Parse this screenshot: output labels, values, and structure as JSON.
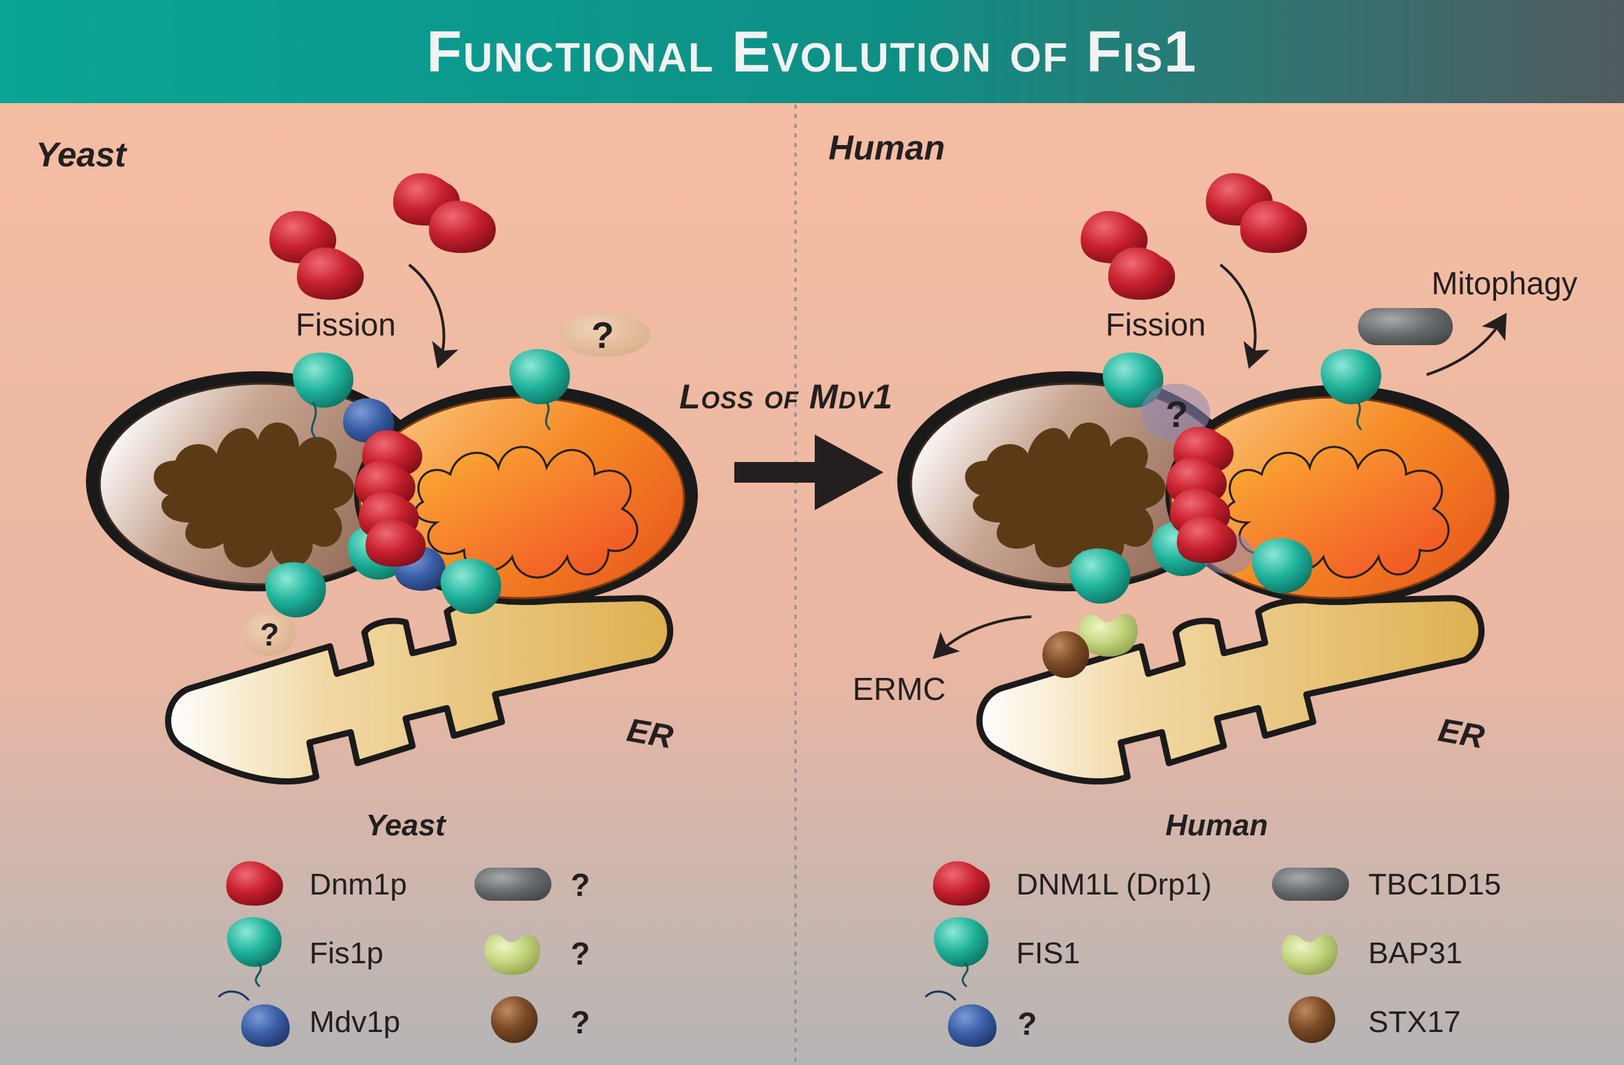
{
  "title": "Functional Evolution of Fis1",
  "colors": {
    "banner_start": "#0aa596",
    "banner_end": "#505b5f",
    "background_top": "#f7bfa3",
    "background_bottom": "#b5b5b5",
    "dnm1": "#c0202e",
    "fis1": "#1fb39c",
    "mdv1": "#3b5fa8",
    "tbc1d15": "#5d6062",
    "bap31": "#bcd078",
    "stx17": "#7b4a26",
    "er": "#e0b55c",
    "mito_active": "#f07a1f",
    "mito_inner": "#5c3a16"
  },
  "panels": {
    "yeast": {
      "title": "Yeast",
      "fission_label": "Fission",
      "question_mito": "?",
      "question_er": "?",
      "er_label": "ER"
    },
    "human": {
      "title": "Human",
      "fission_label": "Fission",
      "mitophagy_label": "Mitophagy",
      "ermc_label": "ERMC",
      "question_interface": "?",
      "er_label": "ER"
    }
  },
  "transition_label": "Loss of Mdv1",
  "legend": {
    "yeast": {
      "title": "Yeast",
      "items": [
        {
          "icon": "dnm1-icon",
          "label": "Dnm1p"
        },
        {
          "icon": "fis1-icon",
          "label": "Fis1p"
        },
        {
          "icon": "mdv1-icon",
          "label": "Mdv1p"
        },
        {
          "icon": "grey-capsule-icon",
          "label": "?"
        },
        {
          "icon": "green-protein-icon",
          "label": "?"
        },
        {
          "icon": "brown-protein-icon",
          "label": "?"
        }
      ]
    },
    "human": {
      "title": "Human",
      "items": [
        {
          "icon": "dnm1-icon",
          "label": "DNM1L (Drp1)"
        },
        {
          "icon": "fis1-icon",
          "label": "FIS1"
        },
        {
          "icon": "mdv1-icon",
          "label": "?"
        },
        {
          "icon": "grey-capsule-icon",
          "label": "TBC1D15"
        },
        {
          "icon": "green-protein-icon",
          "label": "BAP31"
        },
        {
          "icon": "brown-protein-icon",
          "label": "STX17"
        }
      ]
    }
  }
}
